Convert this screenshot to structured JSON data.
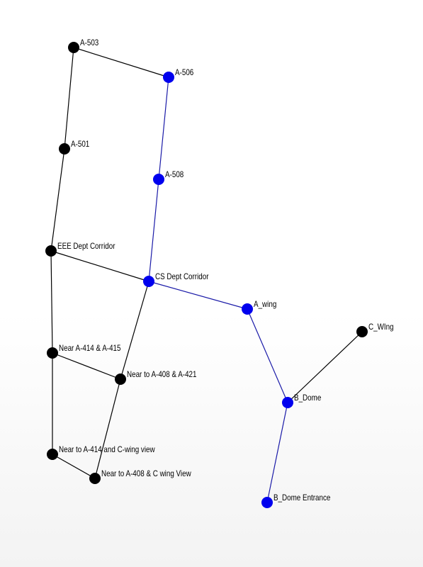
{
  "graph": {
    "colors": {
      "default_node": "#000000",
      "default_edge": "#000000",
      "path_node": "#0000ee",
      "path_edge": "#1a1aa8",
      "label": "#000000"
    },
    "nodes": [
      {
        "id": "a503",
        "label": "A-503",
        "on_path": false
      },
      {
        "id": "a506",
        "label": "A-506",
        "on_path": true
      },
      {
        "id": "a501",
        "label": "A-501",
        "on_path": false
      },
      {
        "id": "a508",
        "label": "A-508",
        "on_path": true
      },
      {
        "id": "eee",
        "label": "EEE Dept Corridor",
        "on_path": false
      },
      {
        "id": "cs",
        "label": "CS Dept Corridor",
        "on_path": true
      },
      {
        "id": "awing",
        "label": "A_wing",
        "on_path": true
      },
      {
        "id": "cwing",
        "label": "C_WIng",
        "on_path": false
      },
      {
        "id": "n414",
        "label": "Near A-414 & A-415",
        "on_path": false
      },
      {
        "id": "n408",
        "label": "Near to A-408 & A-421",
        "on_path": false
      },
      {
        "id": "bdome",
        "label": "B_Dome",
        "on_path": true
      },
      {
        "id": "n414c",
        "label": "Near to A-414 and C-wing view",
        "on_path": false
      },
      {
        "id": "n408c",
        "label": "Near to A-408 & C wing View",
        "on_path": false
      },
      {
        "id": "bdomeent",
        "label": "B_Dome Entrance",
        "on_path": true
      }
    ],
    "edges": [
      {
        "from": "a503",
        "to": "a506",
        "on_path": false
      },
      {
        "from": "a503",
        "to": "a501",
        "on_path": false
      },
      {
        "from": "a506",
        "to": "a508",
        "on_path": true
      },
      {
        "from": "a501",
        "to": "eee",
        "on_path": false
      },
      {
        "from": "a508",
        "to": "cs",
        "on_path": true
      },
      {
        "from": "eee",
        "to": "cs",
        "on_path": false
      },
      {
        "from": "eee",
        "to": "n414",
        "on_path": false
      },
      {
        "from": "cs",
        "to": "awing",
        "on_path": true
      },
      {
        "from": "cs",
        "to": "n408",
        "on_path": false
      },
      {
        "from": "awing",
        "to": "bdome",
        "on_path": true
      },
      {
        "from": "cwing",
        "to": "bdome",
        "on_path": false
      },
      {
        "from": "n414",
        "to": "n408",
        "on_path": false
      },
      {
        "from": "n414",
        "to": "n414c",
        "on_path": false
      },
      {
        "from": "n408",
        "to": "n408c",
        "on_path": false
      },
      {
        "from": "n414c",
        "to": "n408c",
        "on_path": false
      },
      {
        "from": "bdome",
        "to": "bdomeent",
        "on_path": true
      }
    ]
  }
}
